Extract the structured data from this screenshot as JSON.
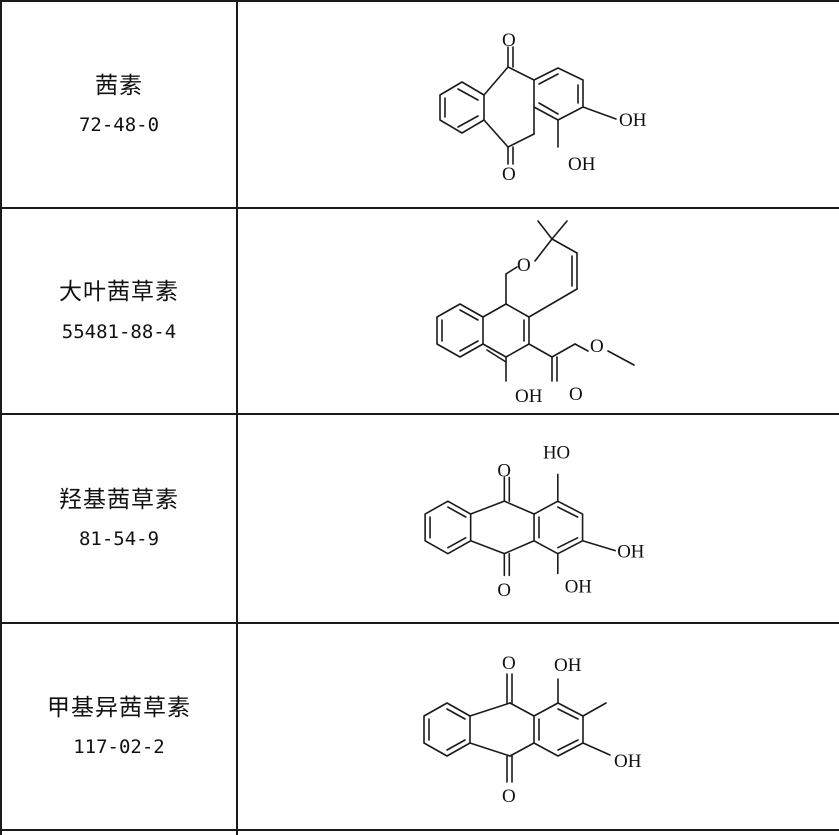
{
  "compounds": [
    {
      "name": "茜素",
      "cas": "72-48-0",
      "labels": {
        "o_top": "O",
        "o_bottom": "O",
        "oh_right": "OH",
        "oh_bottom": "OH"
      }
    },
    {
      "name": "大叶茜草素",
      "cas": "55481-88-4",
      "labels": {
        "o_ring": "O",
        "o_ester": "O",
        "o_carbonyl": "O",
        "oh_bottom": "OH"
      }
    },
    {
      "name": "羟基茜草素",
      "cas": "81-54-9",
      "labels": {
        "o_top": "O",
        "o_bottom": "O",
        "oh_top": "HO",
        "oh_right": "OH",
        "oh_bottom": "OH"
      }
    },
    {
      "name": "甲基异茜草素",
      "cas": "117-02-2",
      "labels": {
        "o_top": "O",
        "o_bottom": "O",
        "oh_top": "OH",
        "oh_right": "OH"
      }
    }
  ]
}
